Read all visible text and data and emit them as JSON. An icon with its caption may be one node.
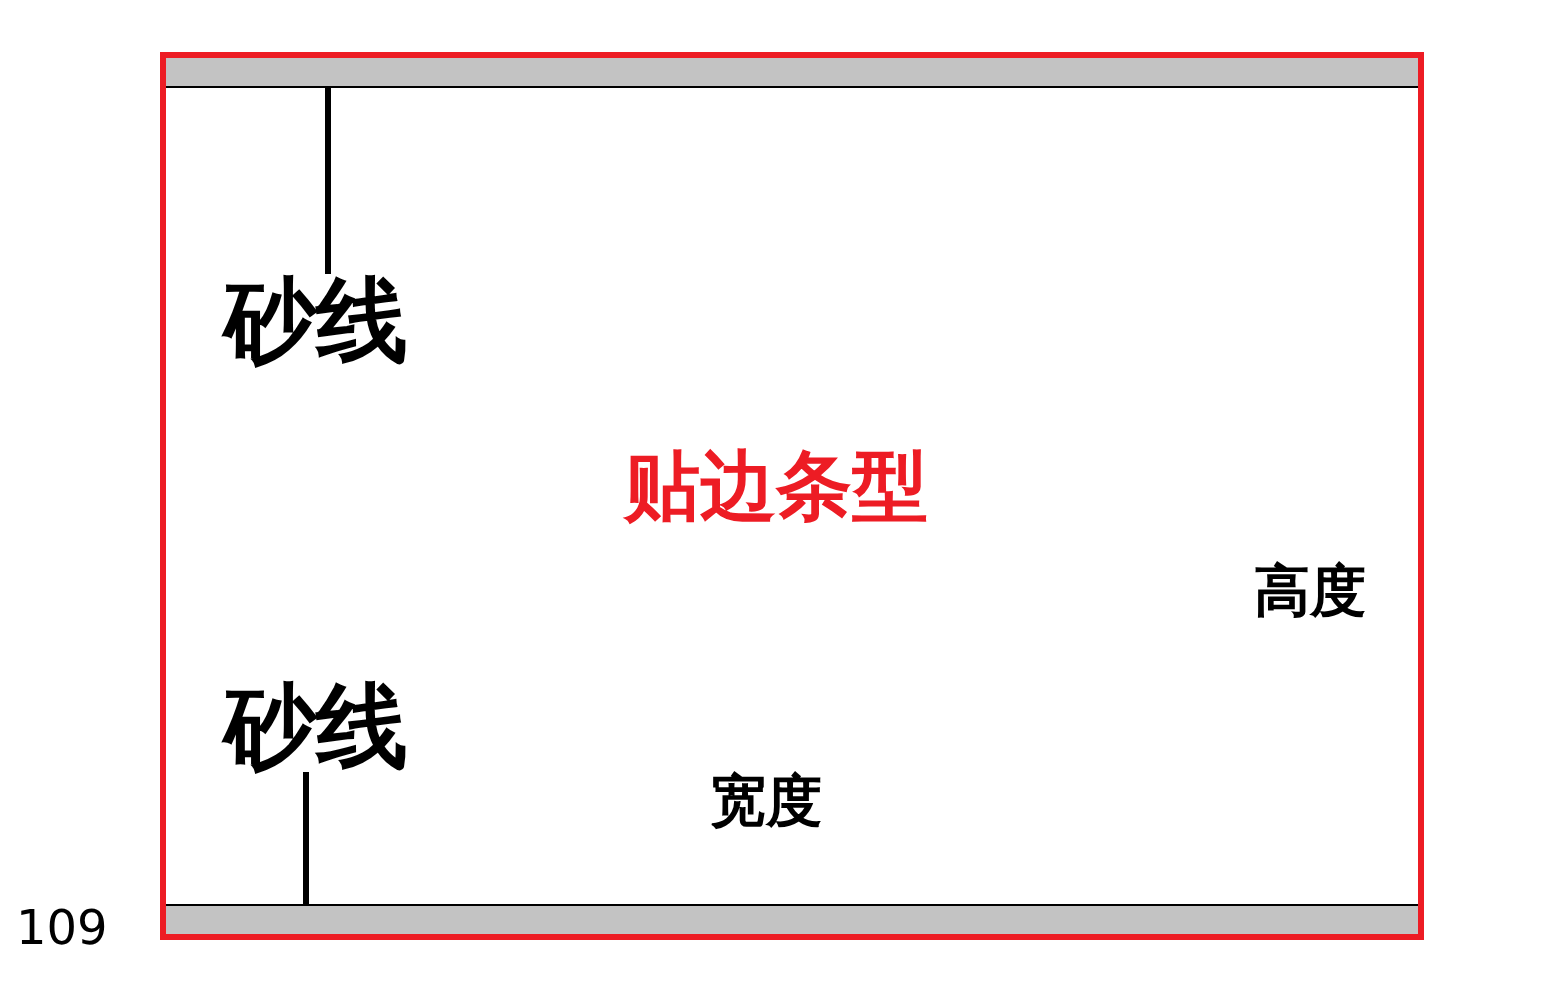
{
  "diagram": {
    "nodes": [
      {
        "text": [
          "贴边条型"
        ]
      },
      {
        "text": [],
        "shape": "bar",
        "in": 0
      },
      {
        "text": [
          "砂线"
        ],
        "in": 0
      },
      {
        "text": [
          "砂线"
        ],
        "in": 0
      },
      {
        "text": [],
        "shape": "bar",
        "in": 0
      }
    ],
    "edges": [
      {
        "from": 2,
        "to": 1,
        "arrow": "none"
      },
      {
        "from": 3,
        "to": 4,
        "arrow": "none"
      }
    ],
    "labels": [
      "高度",
      "宽度",
      "109"
    ]
  }
}
